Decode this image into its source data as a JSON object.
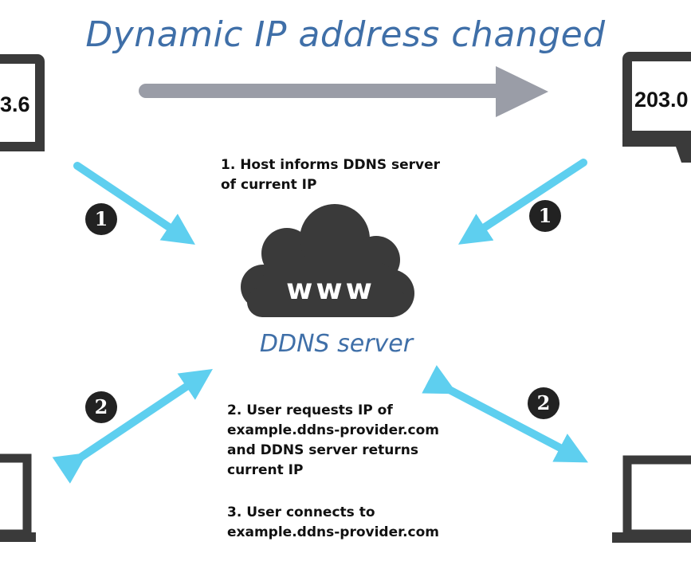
{
  "title": "Dynamic IP address changed",
  "server": {
    "label": "DDNS server",
    "cloud_text": "www"
  },
  "hosts": {
    "old_ip_fragment": "3.6",
    "new_ip_fragment": "203.0"
  },
  "steps": {
    "step1_line1": "1. Host informs DDNS server",
    "step1_line2": "of current IP",
    "step2_line1": "2. User requests IP of",
    "step2_line2": "example.ddns-provider.com",
    "step2_line3": "and DDNS server returns",
    "step2_line4": "current IP",
    "step3_line1": "3. User connects to",
    "step3_line2": "example.ddns-provider.com"
  },
  "badges": {
    "one": "1",
    "two": "2"
  },
  "colors": {
    "title": "#3f6fa8",
    "arrow_blue": "#5ecfef",
    "arrow_gray": "#9a9da7",
    "device": "#3a3a3a"
  }
}
